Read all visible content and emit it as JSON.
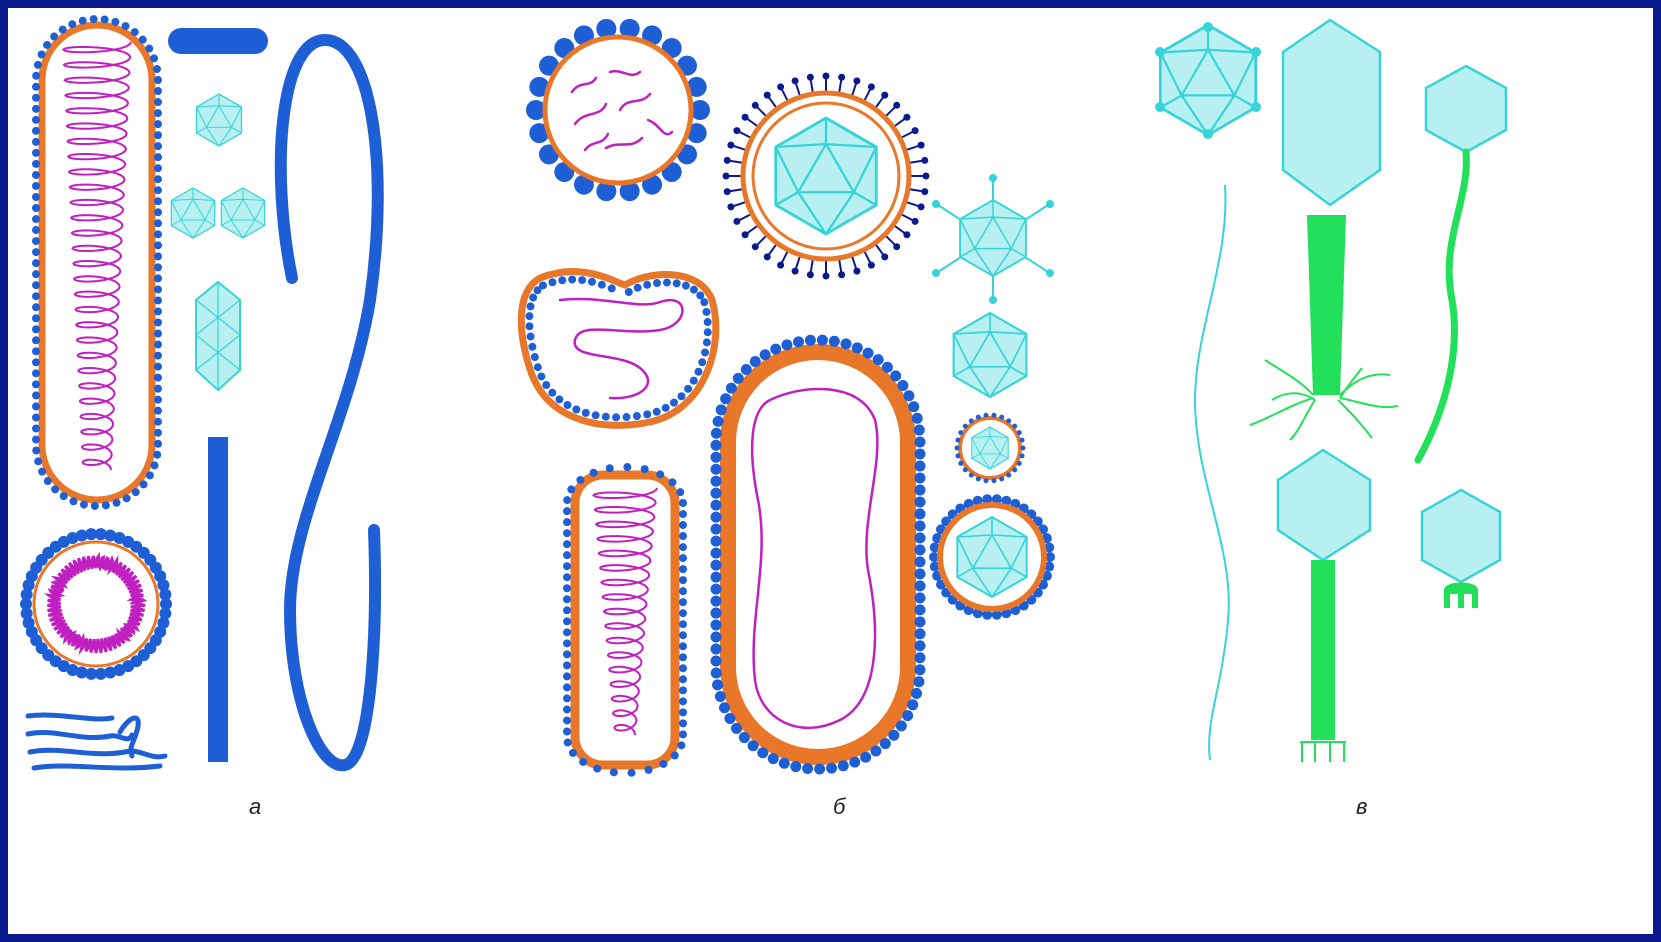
{
  "labels": {
    "panel_a": "а",
    "panel_b": "б",
    "panel_c": "в"
  },
  "colors": {
    "frame": "#0a1a8c",
    "background": "#ffffff",
    "envelope": "#e8772a",
    "spike": "#1f5fd6",
    "nucleic_acid": "#c020c0",
    "capsid_fill": "#b8f0f2",
    "capsid_stroke": "#36d3d8",
    "phage_tail": "#22e05a"
  },
  "icons": [
    "rod-virus",
    "icosahedral-capsid",
    "filamentous-virus",
    "enveloped-virus",
    "bacteriophage"
  ]
}
